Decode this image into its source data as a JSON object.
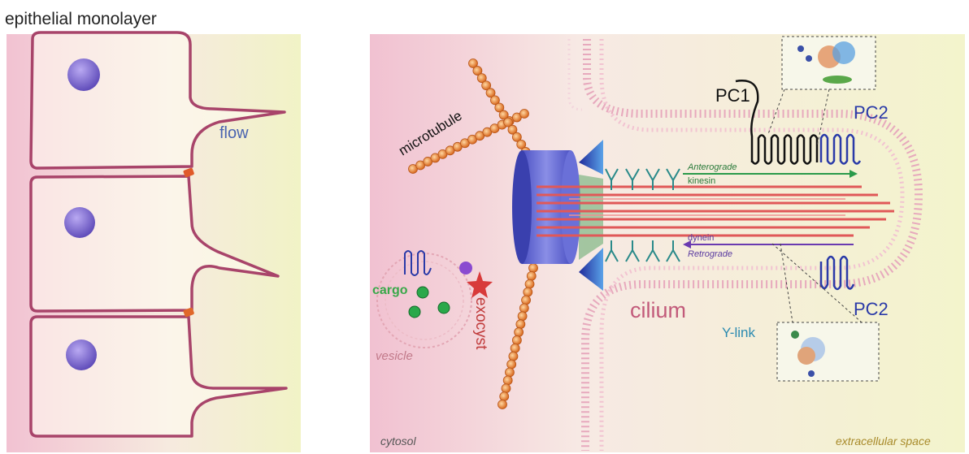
{
  "header": {
    "title": "epithelial monolayer"
  },
  "left_panel": {
    "flow_label": "flow"
  },
  "right_panel": {
    "labels": {
      "microtubule": "microtubule",
      "pc1": "PC1",
      "pc2_top": "PC2",
      "pc2_bottom": "PC2",
      "anterograde": "Anterograde",
      "kinesin": "kinesin",
      "dynein": "dynein",
      "retrograde": "Retrograde",
      "cilium": "cilium",
      "y_link": "Y-link",
      "cargo": "cargo",
      "exocyst": "exocyst",
      "vesicle": "vesicle",
      "cytosol": "cytosol",
      "extracellular": "extracellular space"
    }
  },
  "colors": {
    "cell_outline": "#a8446a",
    "nucleus": "#7a6ad0",
    "flow_text": "#4a64b0",
    "microtubule": "#e07a2a",
    "axoneme": "#e05858",
    "pc2_text": "#2a3aa8",
    "ylink_text": "#2a8ab0",
    "cargo_text": "#3aa84a",
    "exocyst_text": "#c03a3a",
    "cilium_text": "#c25a7a"
  }
}
